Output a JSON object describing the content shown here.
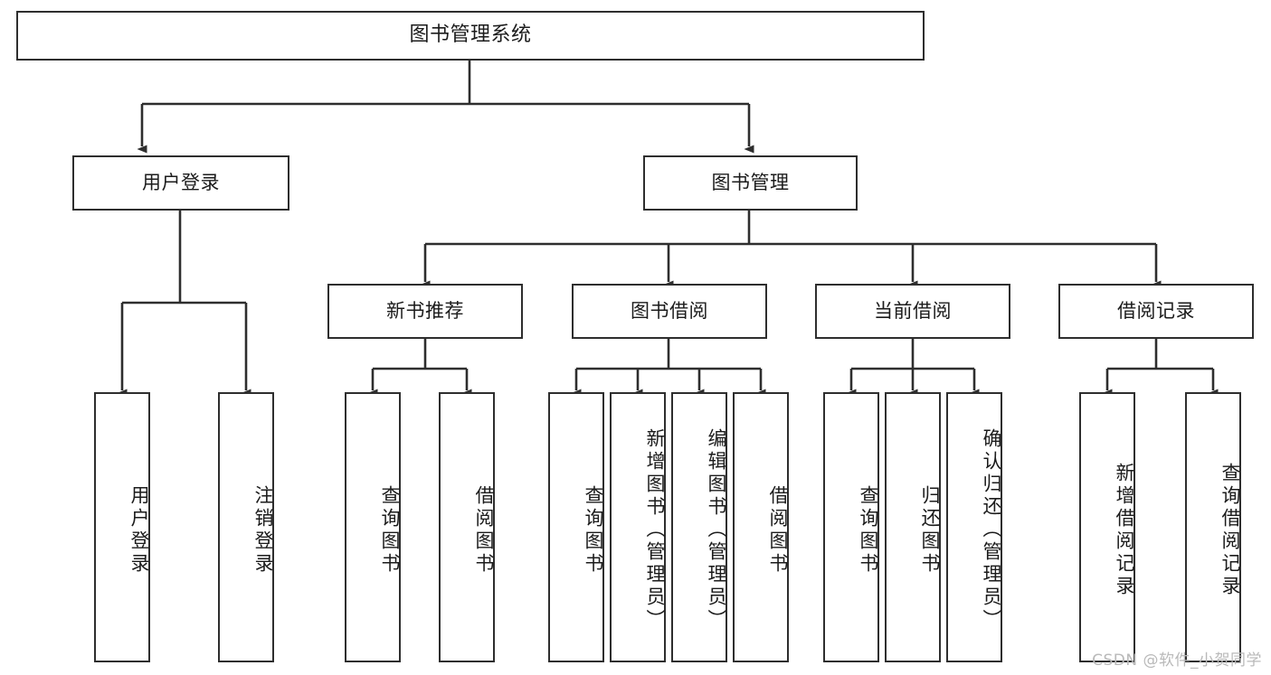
{
  "diagram": {
    "title": "图书管理系统",
    "type": "tree-hierarchy",
    "stroke_color": "#2e2e2e",
    "fill_color": "#ffffff",
    "text_color": "#1b1b1b"
  },
  "root": {
    "label": "图书管理系统"
  },
  "level2": [
    {
      "label": "用户登录"
    },
    {
      "label": "图书管理"
    }
  ],
  "level3": [
    {
      "label": "新书推荐"
    },
    {
      "label": "图书借阅"
    },
    {
      "label": "当前借阅"
    },
    {
      "label": "借阅记录"
    }
  ],
  "leaves": {
    "user_login": [
      {
        "label": "用户登录"
      },
      {
        "label": "注销登录"
      }
    ],
    "new_book_recommend": [
      {
        "label": "查询图书"
      },
      {
        "label": "借阅图书"
      }
    ],
    "book_borrow": [
      {
        "label": "查询图书"
      },
      {
        "label": "新增图书（管理员）"
      },
      {
        "label": "编辑图书（管理员）"
      },
      {
        "label": "借阅图书"
      }
    ],
    "current_borrow": [
      {
        "label": "查询图书"
      },
      {
        "label": "归还图书"
      },
      {
        "label": "确认归还（管理员）"
      }
    ],
    "borrow_record": [
      {
        "label": "新增借阅记录"
      },
      {
        "label": "查询借阅记录"
      }
    ]
  },
  "watermark": {
    "text": "CSDN @软件_小贺同学",
    "color": "#b9b9b9"
  }
}
